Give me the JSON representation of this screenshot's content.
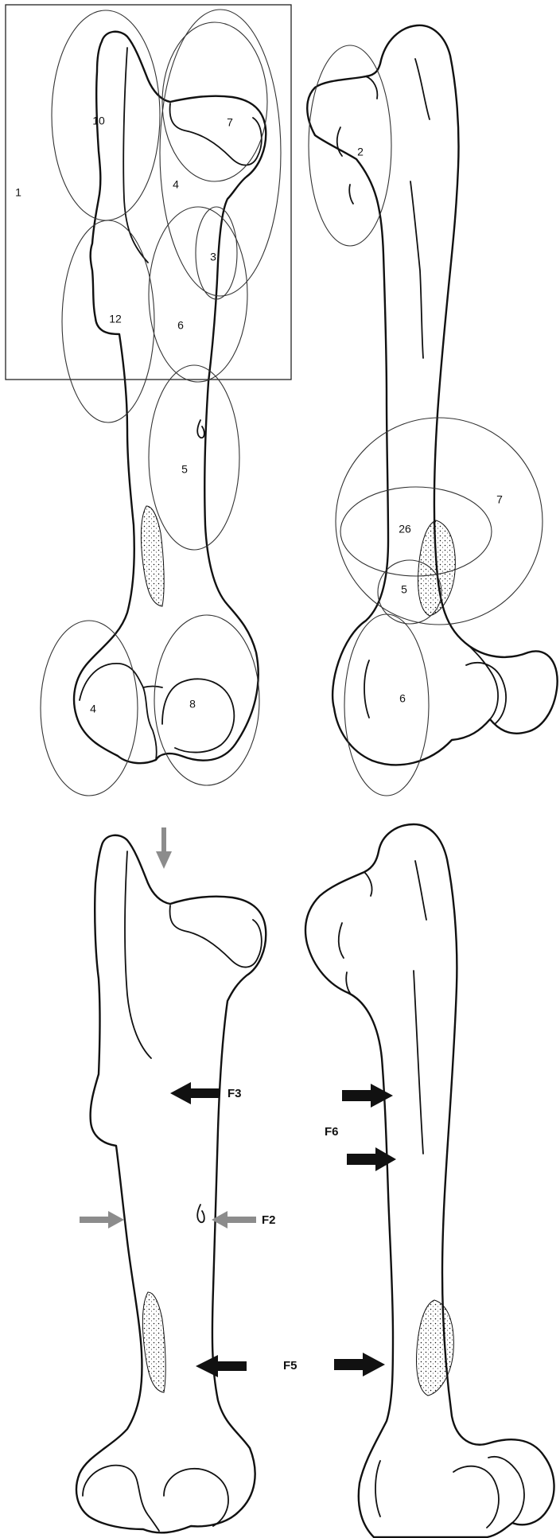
{
  "zone_labels": {
    "box": "1",
    "greater_trochanter": "10",
    "femoral_head": "7",
    "neck": "4",
    "lesser_trochanter": "3",
    "lateral_shaft": "12",
    "medial_shaft": "6",
    "mid_shaft": "5",
    "lateral_condyle": "4",
    "medial_condyle": "8",
    "trochanter_posterior": "2",
    "distal_large": "7",
    "distal_ellipse": "26",
    "distal_small": "5",
    "distal_lateral": "6"
  },
  "force_labels": {
    "f2": "F2",
    "f3": "F3",
    "f5": "F5",
    "f6": "F6"
  },
  "colors": {
    "line": "#111111",
    "arrow_black": "#111111",
    "arrow_gray": "#8c8c8c"
  }
}
